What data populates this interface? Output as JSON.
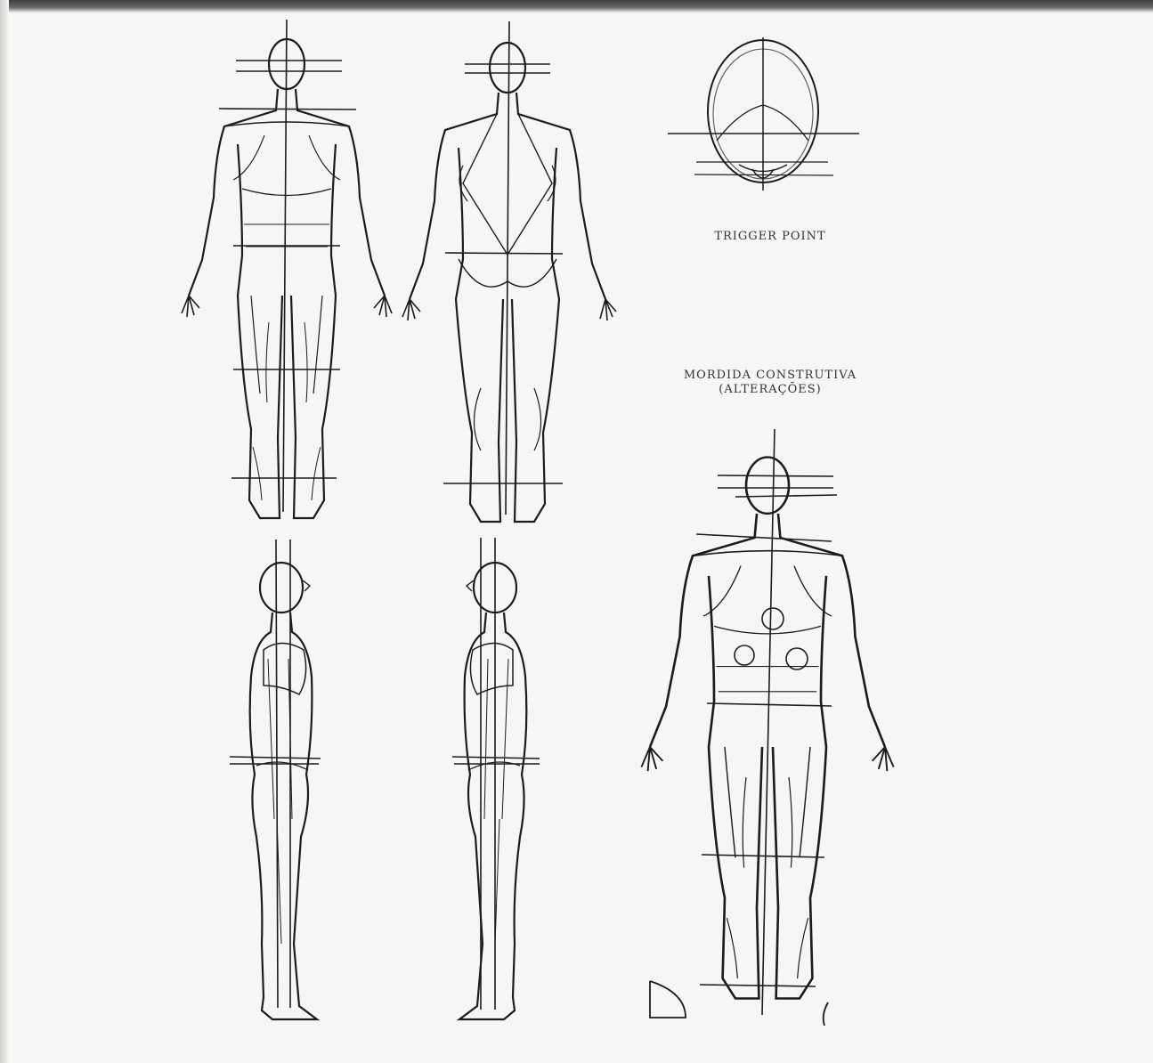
{
  "captions": {
    "trigger_point": "TRIGGER POINT",
    "mordida_line1": "MORDIDA CONSTRUTIVA",
    "mordida_line2": "(ALTERAÇÕES)"
  },
  "colors": {
    "ink": "#1c1c1c",
    "paper": "#f6f6f4"
  }
}
